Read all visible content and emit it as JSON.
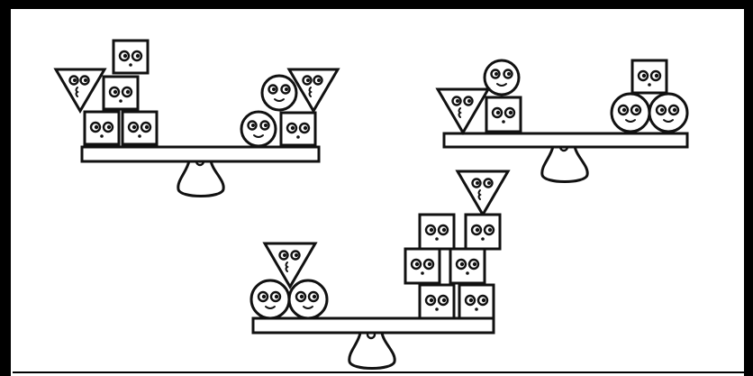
{
  "puzzle": {
    "scales": [
      {
        "label": "scale-top-left",
        "left_pan": [
          "triangle",
          "square",
          "square",
          "square",
          "square"
        ],
        "right_pan": [
          "circle",
          "circle",
          "triangle",
          "square"
        ]
      },
      {
        "label": "scale-top-right",
        "left_pan": [
          "triangle",
          "circle",
          "square"
        ],
        "right_pan": [
          "square",
          "circle",
          "circle"
        ]
      },
      {
        "label": "scale-bottom",
        "left_pan": [
          "triangle",
          "circle",
          "circle"
        ],
        "right_pan": [
          "triangle",
          "square",
          "square",
          "square",
          "square",
          "square",
          "square"
        ]
      }
    ],
    "colors": {
      "ink": "#111111",
      "paper": "#ffffff"
    }
  }
}
